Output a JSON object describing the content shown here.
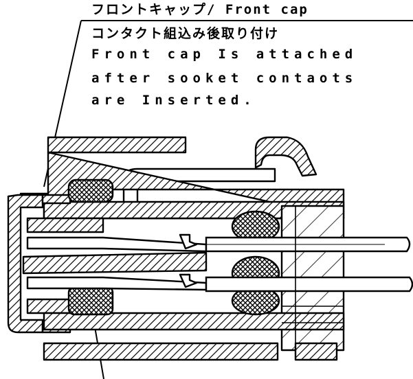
{
  "callout": {
    "heading": "フロントキャップ/ Front cap",
    "note_ja": "コンタクト組込み後取り付け",
    "note_en": [
      "Front cap Is attached",
      "after sooket contaots",
      "are Inserted."
    ]
  },
  "colors": {
    "ink": "#000000",
    "paper": "#ffffff"
  }
}
